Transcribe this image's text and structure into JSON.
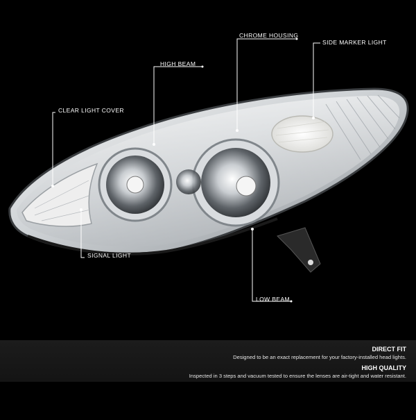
{
  "callouts": {
    "chrome_housing": "CHROME HOUSING",
    "side_marker_light": "SIDE MARKER LIGHT",
    "high_beam": "HIGH BEAM",
    "clear_light_cover": "CLEAR LIGHT COVER",
    "signal_light": "SIGNAL LIGHT",
    "low_beam": "LOW BEAM"
  },
  "features": [
    {
      "title": "DIRECT FIT",
      "description": "Designed to be an exact replacement for your factory-installed head lights."
    },
    {
      "title": "HIGH QUALITY",
      "description": "Inspected in 3 steps and vacuum tested to ensure the lenses are air-tight and water resistant."
    }
  ],
  "colors": {
    "background": "#000000",
    "band": "#1a1a1a",
    "line": "#ffffff"
  }
}
